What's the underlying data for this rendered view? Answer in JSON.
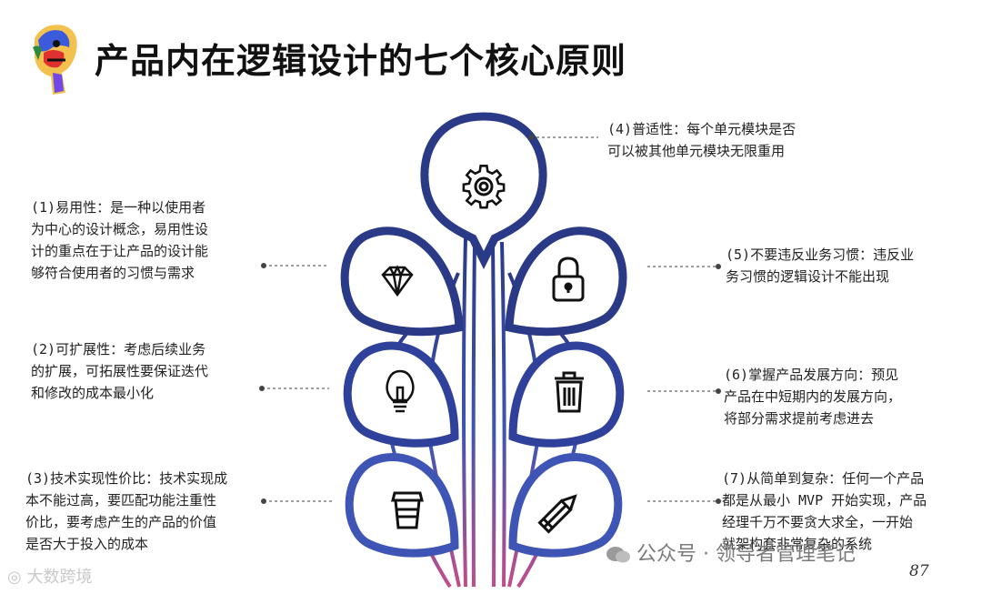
{
  "title": "产品内在逻辑设计的七个核心原则",
  "principles": [
    {
      "lines": [
        "(1)易用性：是一种以使用者",
        "为中心的设计概念，易用性设",
        "计的重点在于让产品的设计能",
        "够符合使用者的习惯与需求"
      ],
      "icon": "diamond-icon"
    },
    {
      "lines": [
        "(2)可扩展性：考虑后续业务",
        "的扩展，可拓展性要保证迭代",
        "和修改的成本最小化"
      ],
      "icon": "lightbulb-icon"
    },
    {
      "lines": [
        "(3)技术实现性价比：技术实现成",
        "本不能过高，要匹配功能注重性",
        "价比，要考虑产生的产品的价值",
        "是否大于投入的成本"
      ],
      "icon": "coffee-cup-icon"
    },
    {
      "lines": [
        "(4)普适性：每个单元模块是否",
        "可以被其他单元模块无限重用"
      ],
      "icon": "gear-icon"
    },
    {
      "lines": [
        "(5)不要违反业务习惯：违反业",
        "务习惯的逻辑设计不能出现"
      ],
      "icon": "padlock-icon"
    },
    {
      "lines": [
        "(6)掌握产品发展方向：预见",
        "产品在中短期内的发展方向，",
        "将部分需求提前考虑进去"
      ],
      "icon": "trash-can-icon"
    },
    {
      "lines": [
        "(7)从简单到复杂：任何一个产品",
        "都是从最小 MVP 开始实现，产品",
        "经理千万不要贪大求全，一开始",
        "就架构套非常复杂的系统"
      ],
      "icon": "pencil-icon"
    }
  ],
  "watermark_left": "大数跨境",
  "watermark_right": "公众号 · 领导者管理笔记",
  "page_number": "87",
  "colors": {
    "navy": "#2b3a87",
    "blue": "#3f55b5",
    "pink": "#c24d8a"
  }
}
